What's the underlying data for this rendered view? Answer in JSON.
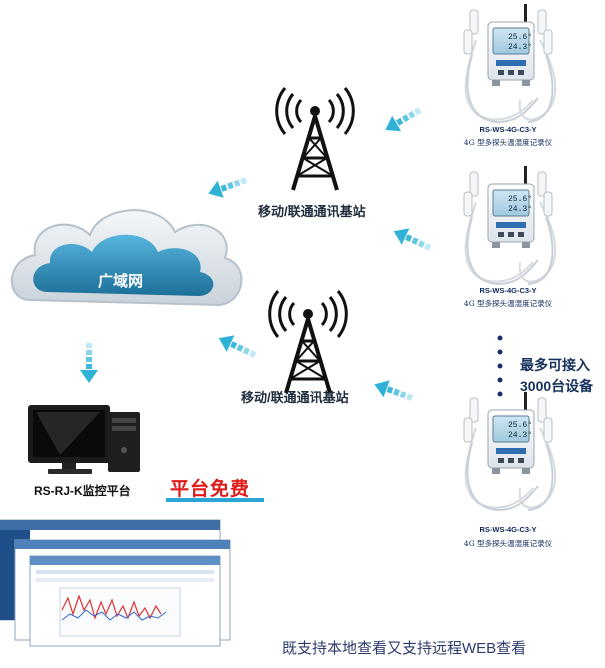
{
  "stations": {
    "top_label": "移动/联通通讯基站",
    "bottom_label": "移动/联通通讯基站"
  },
  "cloud": {
    "label": "广域网"
  },
  "devices": [
    {
      "model": "RS-WS-4G-C3-Y",
      "desc": "4G 型多探头温湿度记录仪",
      "reading1": "25.6°",
      "reading2": "24.3°"
    },
    {
      "model": "RS-WS-4G-C3-Y",
      "desc": "4G 型多探头温湿度记录仪",
      "reading1": "25.6°",
      "reading2": "24.3°"
    },
    {
      "model": "RS-WS-4G-C3-Y",
      "desc": "4G 型多探头温湿度记录仪",
      "reading1": "25.6°",
      "reading2": "24.3°"
    }
  ],
  "capacity": {
    "line1": "最多可接入",
    "line2": "3000台设备"
  },
  "platform": {
    "label": "RS-RJ-K监控平台",
    "free": "平台免费"
  },
  "caption": "既支持本地查看又支持远程WEB查看",
  "colors": {
    "arrow": "#2fb2d6",
    "cloud_dark": "#2a86b0",
    "tower": "#111111",
    "free_text": "#e01818"
  }
}
